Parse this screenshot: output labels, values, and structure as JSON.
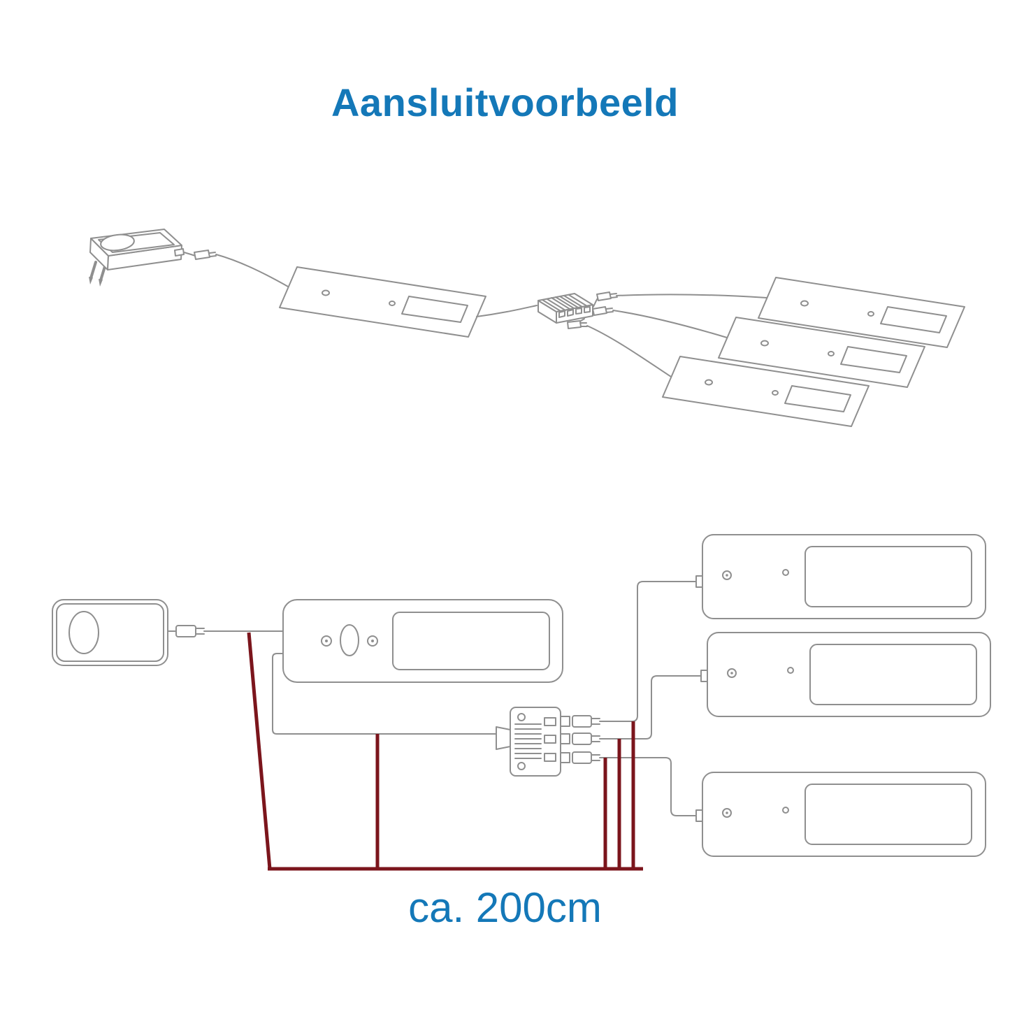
{
  "title": "Aansluitvoorbeeld",
  "measurement_label": "ca. 200cm",
  "colors": {
    "accent-blue": "#1478b8",
    "line-gray": "#8f8f8f",
    "cable-red": "#7b151c",
    "background": "#ffffff"
  },
  "diagrams": {
    "top": {
      "name": "isometric-connection-example",
      "components": [
        "power-plug-adapter",
        "inline-connector",
        "led-panel",
        "distributor-box",
        "led-panel",
        "led-panel",
        "led-panel"
      ]
    },
    "bottom": {
      "name": "flat-wiring-diagram",
      "components": [
        "power-plug-adapter",
        "inline-connector",
        "led-panel-with-sensor",
        "distributor-box",
        "led-panel",
        "led-panel",
        "led-panel"
      ],
      "measured_cables": 5
    }
  }
}
